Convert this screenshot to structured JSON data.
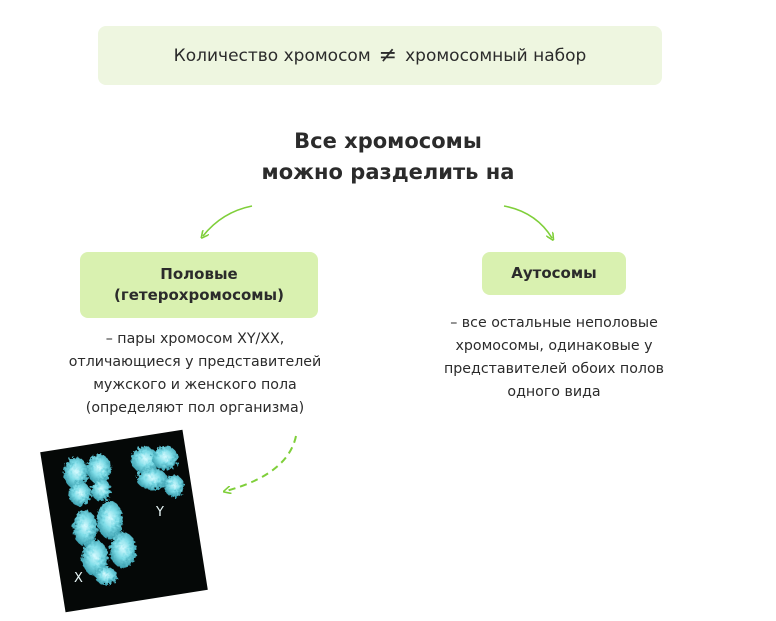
{
  "banner": {
    "left_text": "Количество хромосом",
    "symbol": "≠",
    "right_text": "хромосомный набор"
  },
  "heading": {
    "line1": "Все хромосомы",
    "line2": "можно разделить на"
  },
  "left_branch": {
    "title_line1": "Половые",
    "title_line2": "(гетерохромосомы)",
    "desc_lines": [
      "– пары хромосом XY/XX,",
      "отличающиеся у представителей",
      "мужского и женского пола",
      "(определяют пол организма)"
    ]
  },
  "right_branch": {
    "title": "Аутосомы",
    "desc_lines": [
      "– все остальные неполовые",
      "хромосомы, одинаковые у",
      "представителей обоих полов",
      "одного вида"
    ]
  },
  "image": {
    "label_x": "X",
    "label_y": "Y"
  },
  "colors": {
    "banner_bg": "#eef6e0",
    "pill_bg": "#d9f1b0",
    "arrow": "#7fcf3a",
    "text": "#2b2b2b"
  }
}
